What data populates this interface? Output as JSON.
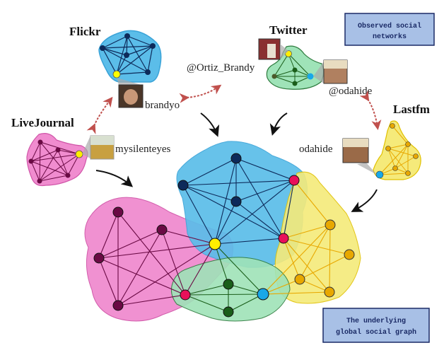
{
  "networks": {
    "flickr": {
      "title": "Flickr",
      "user": "brandyo",
      "fill": "#5bbde9",
      "node_color": "#0d2a5a",
      "highlight": "#ffff00"
    },
    "twitter": {
      "title": "Twitter",
      "user_left": "@Ortiz_Brandy",
      "user_right": "@odahide",
      "fill": "#9fe3b8",
      "node_color": "#1a5e1a"
    },
    "livejournal": {
      "title": "LiveJournal",
      "user": "mysilenteyes",
      "fill": "#f08ccf",
      "node_color": "#6a0a44"
    },
    "lastfm": {
      "title": "Lastfm",
      "user": "odahide",
      "fill": "#f5ea7a",
      "node_color": "#e8a800"
    }
  },
  "legend_boxes": {
    "observed": {
      "line1": "Observed social",
      "line2": "networks"
    },
    "underlying": {
      "line1": "The underlying",
      "line2": "global social graph"
    }
  },
  "colors": {
    "box_fill": "#a8c0e6",
    "box_border": "#1a2a66",
    "dashed_arrow": "#c0504d",
    "arrow": "#111111",
    "magenta_node": "#e8105a",
    "blue_node": "#19a8e8",
    "yellow_node": "#ffee00"
  }
}
